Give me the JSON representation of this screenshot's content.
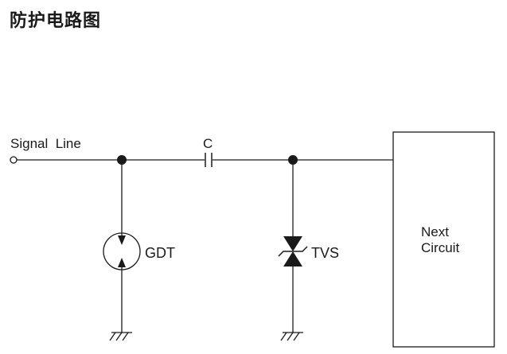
{
  "title": "防护电路图",
  "labels": {
    "signal_line": "Signal  Line",
    "capacitor": "C",
    "gdt": "GDT",
    "tvs": "TVS",
    "next_circuit_line1": "Next",
    "next_circuit_line2": "Circuit"
  },
  "colors": {
    "line": "#1a1a1a",
    "background": "#ffffff"
  }
}
